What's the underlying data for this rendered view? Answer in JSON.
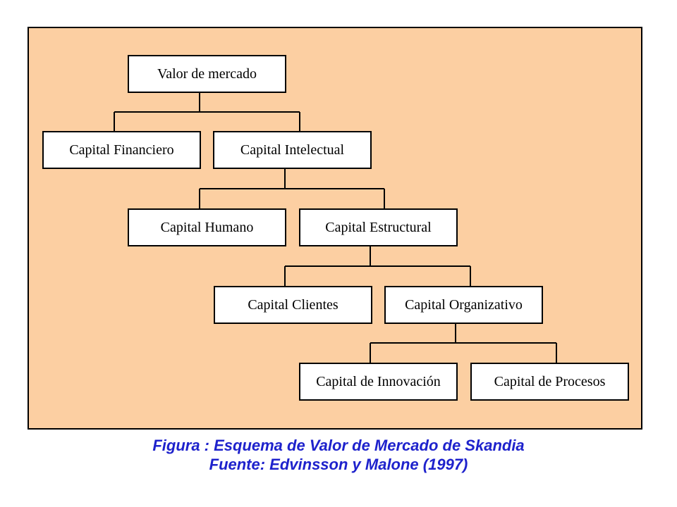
{
  "colors": {
    "panel_background": "#fccfa2",
    "box_background": "#ffffff",
    "line": "#000000",
    "caption": "#1e22cc"
  },
  "nodes": {
    "valor_mercado": "Valor de mercado",
    "capital_financiero": "Capital Financiero",
    "capital_intelectual": "Capital Intelectual",
    "capital_humano": "Capital Humano",
    "capital_estructural": "Capital Estructural",
    "capital_clientes": "Capital Clientes",
    "capital_organizativo": "Capital Organizativo",
    "capital_innovacion": "Capital de Innovación",
    "capital_procesos": "Capital de Procesos"
  },
  "caption": {
    "figure": "Figura : Esquema de Valor de Mercado de Skandia",
    "source": "Fuente: Edvinsson y Malone (1997)"
  }
}
